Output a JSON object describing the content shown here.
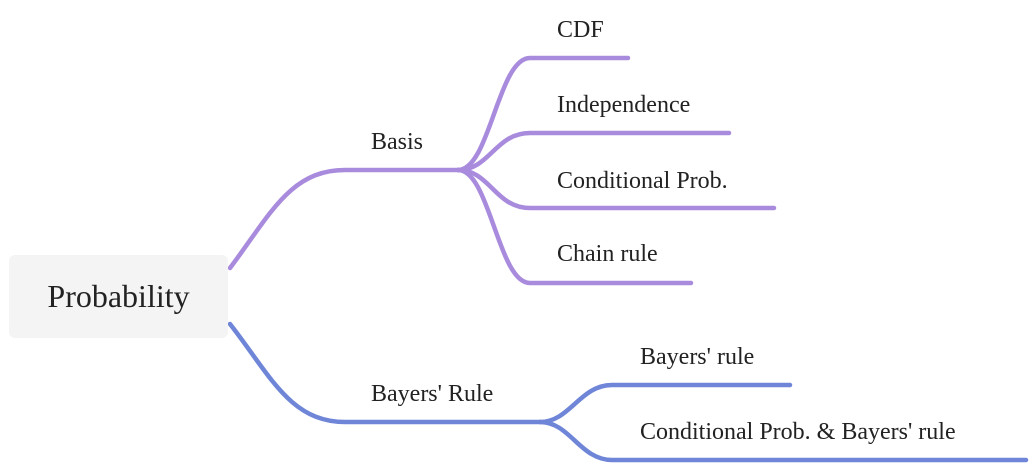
{
  "root": {
    "label": "Probability"
  },
  "colors": {
    "branch_basis": "#a98bdd",
    "branch_bayes": "#6f86d8",
    "root_background": "#f4f4f4",
    "text": "#222222"
  },
  "branches": [
    {
      "label": "Basis",
      "children": [
        "CDF",
        "Independence",
        "Conditional Prob.",
        "Chain rule"
      ]
    },
    {
      "label": "Bayers' Rule",
      "children": [
        "Bayers' rule",
        "Conditional Prob. & Bayers' rule"
      ]
    }
  ]
}
